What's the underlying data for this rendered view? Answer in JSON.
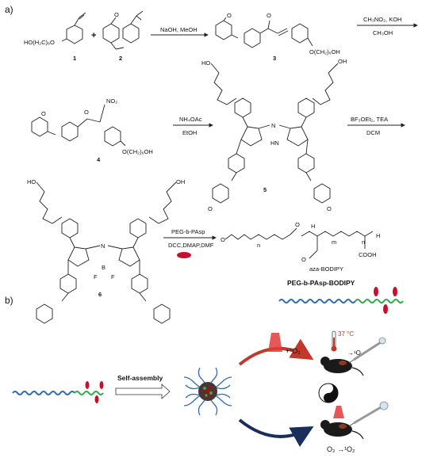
{
  "panels": {
    "a": "a)",
    "b": "b)"
  },
  "compounds": {
    "c1": {
      "number": "1",
      "label": "HO(H₂C)₆O"
    },
    "c2": {
      "number": "2"
    },
    "c3": {
      "number": "3",
      "label": "O(CH₂)₆OH"
    },
    "c4": {
      "number": "4",
      "label": "O(CH₂)₆OH",
      "nitro": "NO₂"
    },
    "c5": {
      "number": "5",
      "nh": "HN",
      "n": "N"
    },
    "c6": {
      "number": "6",
      "b": "B",
      "f1": "F",
      "f2": "F"
    }
  },
  "plus": "+",
  "reagents": {
    "r1": {
      "line1": "NaOH, MeOH"
    },
    "r2": {
      "line1": "CH₃NO₂, KOH",
      "line2": "CH₃OH"
    },
    "r3": {
      "line1": "NH₄OAc",
      "line2": "EtOH"
    },
    "r4": {
      "line1": "BF₃OEt₂, TEA",
      "line2": "DCM"
    },
    "r5": {
      "line1": "PEG-b-PAsp",
      "line2": "DCC,DMAP,DMF"
    }
  },
  "polymer": {
    "n1": "n",
    "m": "m",
    "n2": "n",
    "h": "H",
    "cooh": "COOH",
    "sidechain": "aza-BODIPY",
    "title": "PEG-b-PAsp-BODIPY"
  },
  "panel_b": {
    "step": "Self-assembly",
    "o2_top": "+¹O₂",
    "temp": "37 °C",
    "o2_right": "→¹O₂",
    "o2_bottom": "O₂ →¹O₂"
  },
  "colors": {
    "peg": "#2e6db3",
    "pasp": "#2fae4a",
    "dye": "#c8102e",
    "dark_arrow": "#1a2e5c",
    "red_arrow": "#c0392b"
  }
}
